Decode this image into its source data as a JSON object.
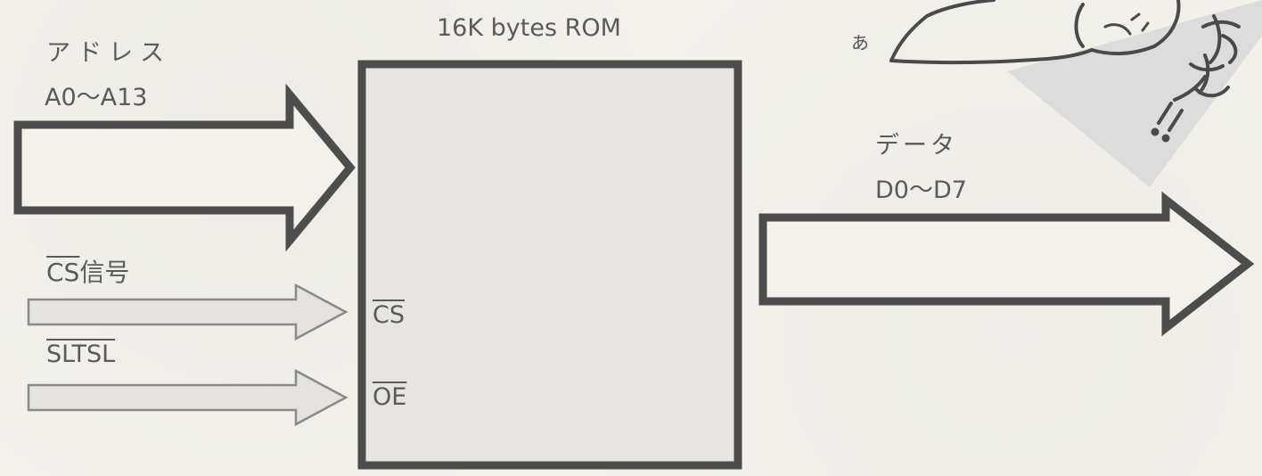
{
  "diagram": {
    "title": "16K bytes ROM",
    "address": {
      "label": "アドレス",
      "range": "A0～A13"
    },
    "data": {
      "label": "データ",
      "range": "D0～D7"
    },
    "inputs": {
      "cs_signal": {
        "overlined": "CS",
        "suffix": "信号"
      },
      "sltsl": {
        "overlined": "SLTSL"
      }
    },
    "pins": {
      "cs": "CS",
      "oe": "OE"
    },
    "colors": {
      "paper": "#f2f1ec",
      "outline": "#4d4d4d",
      "chip_fill": "#e6e5e1",
      "thin_arrow_fill": "#e4e3df",
      "triangle_shade": "#dddddd"
    }
  },
  "illustration": {
    "handwritten_vertical": "えよー!!",
    "handwritten_small": "あ"
  }
}
